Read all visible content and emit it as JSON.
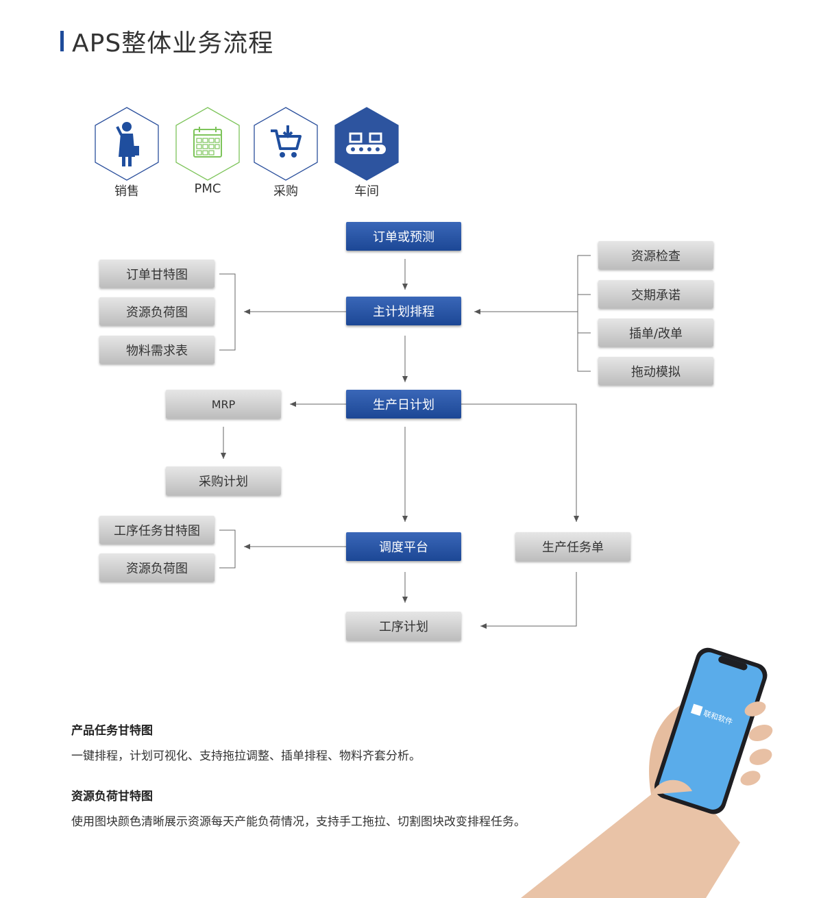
{
  "title": "APS整体业务流程",
  "roles": [
    {
      "label": "销售",
      "icon": "salesperson-icon"
    },
    {
      "label": "PMC",
      "icon": "calendar-icon"
    },
    {
      "label": "采购",
      "icon": "shopping-cart-icon"
    },
    {
      "label": "车间",
      "icon": "conveyor-belt-icon"
    }
  ],
  "flow": {
    "order_forecast": "订单或预测",
    "master_schedule": "主计划排程",
    "daily_plan": "生产日计划",
    "dispatch_platform": "调度平台",
    "process_plan": "工序计划",
    "mrp": "MRP",
    "purchase_plan": "采购计划",
    "production_task": "生产任务单",
    "left_outputs_1": [
      "订单甘特图",
      "资源负荷图",
      "物料需求表"
    ],
    "right_inputs": [
      "资源检查",
      "交期承诺",
      "插单/改单",
      "拖动模拟"
    ],
    "left_outputs_2": [
      "工序任务甘特图",
      "资源负荷图"
    ]
  },
  "descriptions": [
    {
      "title": "产品任务甘特图",
      "text": "一键排程，计划可视化、支持拖拉调整、插单排程、物料齐套分析。"
    },
    {
      "title": "资源负荷甘特图",
      "text": "使用图块颜色清晰展示资源每天产能负荷情况，支持手工拖拉、切割图块改变排程任务。"
    }
  ],
  "phone_logo": "联和软件",
  "colors": {
    "accent_blue": "#1e4b9a",
    "pmc_green": "#7dc45a",
    "connector_gray": "#666666"
  }
}
